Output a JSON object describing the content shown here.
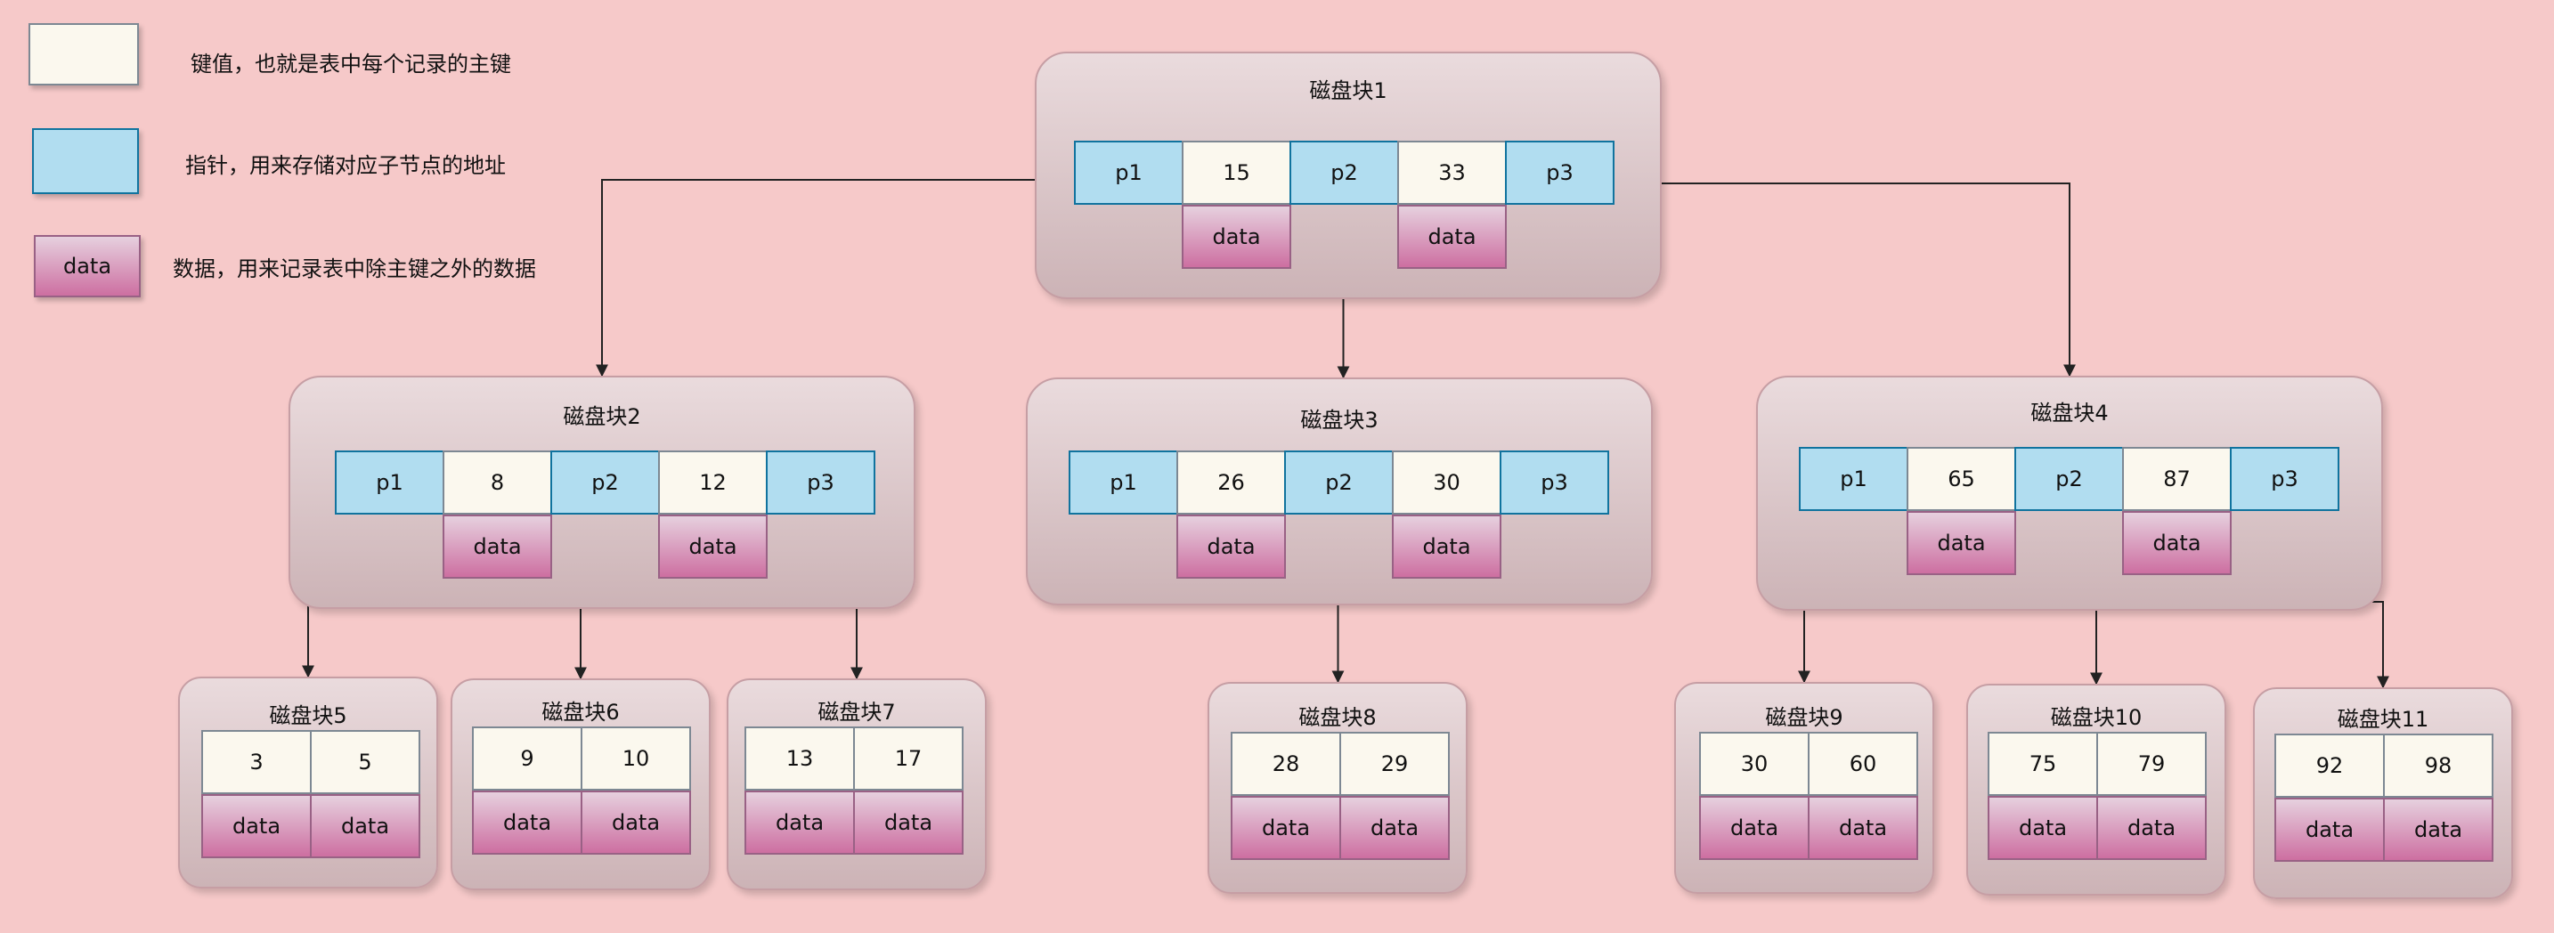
{
  "legend": {
    "key_text": "键值，也就是表中每个记录的主键",
    "pointer_text": "指针，用来存储对应子节点的地址",
    "data_label": "data",
    "data_text": "数据，用来记录表中除主键之外的数据"
  },
  "internal_nodes": [
    {
      "title": "磁盘块1",
      "pointers": [
        "p1",
        "p2",
        "p3"
      ],
      "keys": [
        "15",
        "33"
      ],
      "data": [
        "data",
        "data"
      ]
    },
    {
      "title": "磁盘块2",
      "pointers": [
        "p1",
        "p2",
        "p3"
      ],
      "keys": [
        "8",
        "12"
      ],
      "data": [
        "data",
        "data"
      ]
    },
    {
      "title": "磁盘块3",
      "pointers": [
        "p1",
        "p2",
        "p3"
      ],
      "keys": [
        "26",
        "30"
      ],
      "data": [
        "data",
        "data"
      ]
    },
    {
      "title": "磁盘块4",
      "pointers": [
        "p1",
        "p2",
        "p3"
      ],
      "keys": [
        "65",
        "87"
      ],
      "data": [
        "data",
        "data"
      ]
    }
  ],
  "leaf_nodes": [
    {
      "title": "磁盘块5",
      "keys": [
        "3",
        "5"
      ],
      "data": [
        "data",
        "data"
      ]
    },
    {
      "title": "磁盘块6",
      "keys": [
        "9",
        "10"
      ],
      "data": [
        "data",
        "data"
      ]
    },
    {
      "title": "磁盘块7",
      "keys": [
        "13",
        "17"
      ],
      "data": [
        "data",
        "data"
      ]
    },
    {
      "title": "磁盘块8",
      "keys": [
        "28",
        "29"
      ],
      "data": [
        "data",
        "data"
      ]
    },
    {
      "title": "磁盘块9",
      "keys": [
        "30",
        "60"
      ],
      "data": [
        "data",
        "data"
      ]
    },
    {
      "title": "磁盘块10",
      "keys": [
        "75",
        "79"
      ],
      "data": [
        "data",
        "data"
      ]
    },
    {
      "title": "磁盘块11",
      "keys": [
        "92",
        "98"
      ],
      "data": [
        "data",
        "data"
      ]
    }
  ],
  "colors": {
    "background": "#f6c9c9",
    "pointer_fill": "#b1ddf0",
    "key_fill": "#fbf8ee",
    "data_fill": "#cd6fa1"
  }
}
